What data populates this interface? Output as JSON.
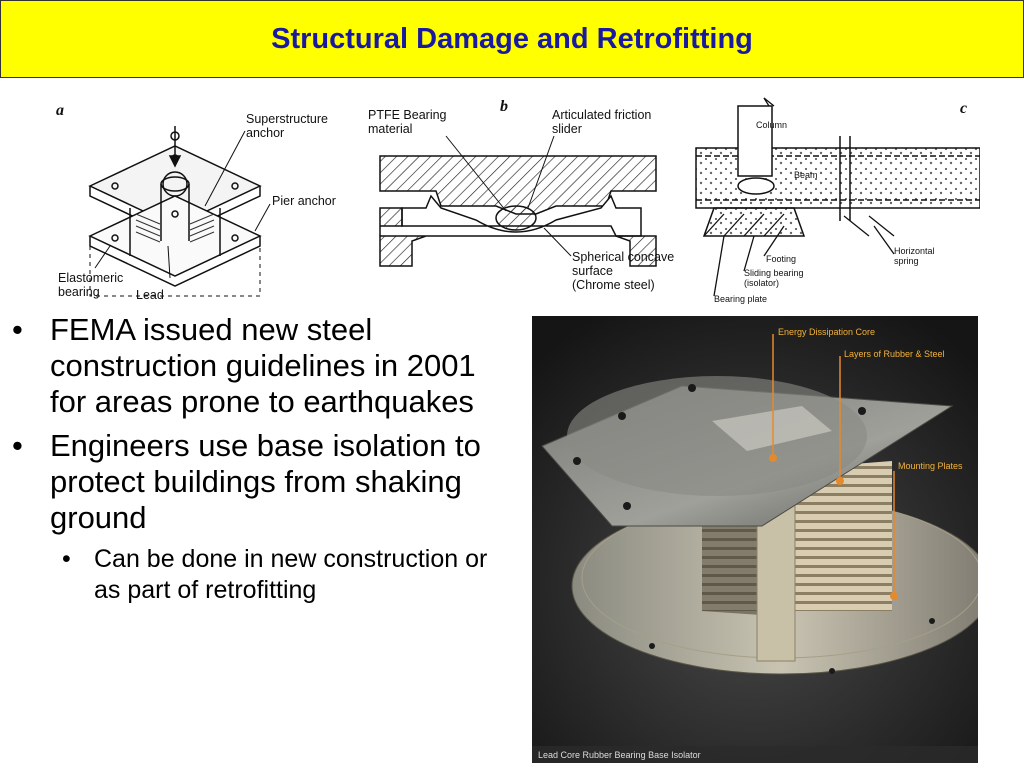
{
  "title": "Structural Damage and Retrofitting",
  "diagram_a": {
    "letter": "a",
    "superstructure_anchor": "Superstructure\nanchor",
    "pier_anchor": "Pier anchor",
    "elastomeric_bearing": "Elastomeric\nbearing",
    "lead": "Lead"
  },
  "diagram_b": {
    "letter": "b",
    "ptfe": "PTFE Bearing\nmaterial",
    "slider": "Articulated friction\nslider",
    "surface": "Spherical concave\nsurface\n(Chrome steel)"
  },
  "diagram_c": {
    "letter": "c",
    "column": "Column",
    "beam": "Beam",
    "footing": "Footing",
    "sliding": "Sliding bearing\n(isolator)",
    "bearing_plate": "Bearing plate",
    "spring": "Horizontal\nspring"
  },
  "bullets": [
    "FEMA issued new steel construction guidelines in 2001 for areas prone to earthquakes",
    "Engineers use base isolation to protect buildings from shaking ground"
  ],
  "sub_bullets": [
    "Can be done in new construction or as part of retrofitting"
  ],
  "photo": {
    "core": "Energy Dissipation Core",
    "layers": "Layers of Rubber & Steel",
    "plates": "Mounting Plates",
    "caption": "Lead Core Rubber Bearing Base Isolator"
  }
}
